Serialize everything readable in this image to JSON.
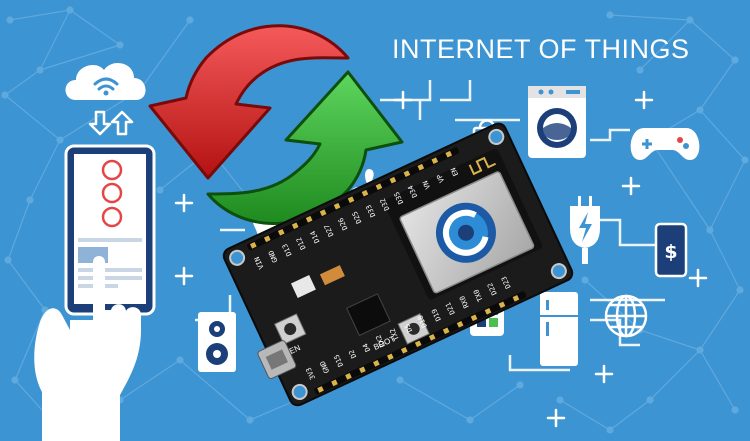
{
  "headline": "INTERNET OF THINGS",
  "board": {
    "button_left_label": "EN",
    "button_right_label": "BOOT",
    "pins_top": [
      "VIN",
      "GND",
      "D13",
      "D12",
      "D14",
      "D27",
      "D26",
      "D25",
      "D33",
      "D32",
      "D35",
      "D34",
      "VN",
      "VP",
      "EN"
    ],
    "pins_bottom": [
      "3V3",
      "GND",
      "D15",
      "D2",
      "D4",
      "RX2",
      "TX2",
      "D5",
      "D18",
      "D19",
      "D21",
      "RX0",
      "TX0",
      "D22",
      "D23"
    ]
  },
  "icons": {
    "dollar_symbol": "$"
  },
  "colors": {
    "background": "#3d94d2",
    "line_art": "#ffffff",
    "arrow_red": "#e02222",
    "arrow_green": "#2aa02a",
    "board": "#1b1b1b",
    "module_shield": "#c9c9c9"
  }
}
